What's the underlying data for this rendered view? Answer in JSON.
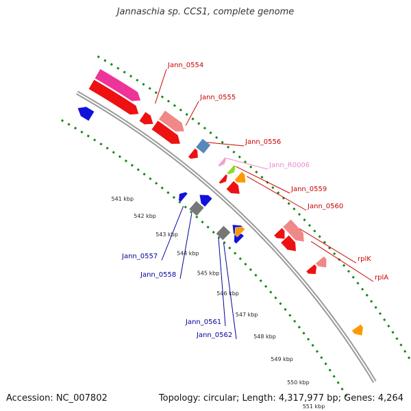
{
  "title": "Jannaschia sp. CCS1, complete genome",
  "accession_text": "Accession: NC_007802",
  "topology_text": "Topology: circular; Length: 4,317,977 bp; Genes: 4,264",
  "colors": {
    "red": "#ee1111",
    "pink": "#ee3399",
    "salmon": "#f08888",
    "blue": "#1111dd",
    "steel": "#5588bb",
    "gray": "#777777",
    "orange": "#ff9900",
    "lime": "#88dd22",
    "lightpink": "#f0a0d0",
    "dot": "#118811",
    "backbone": "#999999",
    "label_red": "#cc0000",
    "label_blue": "#000099",
    "label_pink": "#ee88cc"
  },
  "ticks": [
    "541 kbp",
    "542 kbp",
    "543 kbp",
    "544 kbp",
    "545 kbp",
    "546 kbp",
    "547 kbp",
    "548 kbp",
    "549 kbp",
    "550 kbp",
    "551 kbp"
  ],
  "gene_labels": [
    {
      "text": "Jann_0554",
      "color": "label_red"
    },
    {
      "text": "Jann_0555",
      "color": "label_red"
    },
    {
      "text": "Jann_0556",
      "color": "label_red"
    },
    {
      "text": "Jann_R0006",
      "color": "label_pink"
    },
    {
      "text": "Jann_0559",
      "color": "label_red"
    },
    {
      "text": "Jann_0560",
      "color": "label_red"
    },
    {
      "text": "rplK",
      "color": "label_red"
    },
    {
      "text": "rplA",
      "color": "label_red"
    },
    {
      "text": "Jann_0557",
      "color": "label_blue"
    },
    {
      "text": "Jann_0558",
      "color": "label_blue"
    },
    {
      "text": "Jann_0561",
      "color": "label_blue"
    },
    {
      "text": "Jann_0562",
      "color": "label_blue"
    }
  ]
}
